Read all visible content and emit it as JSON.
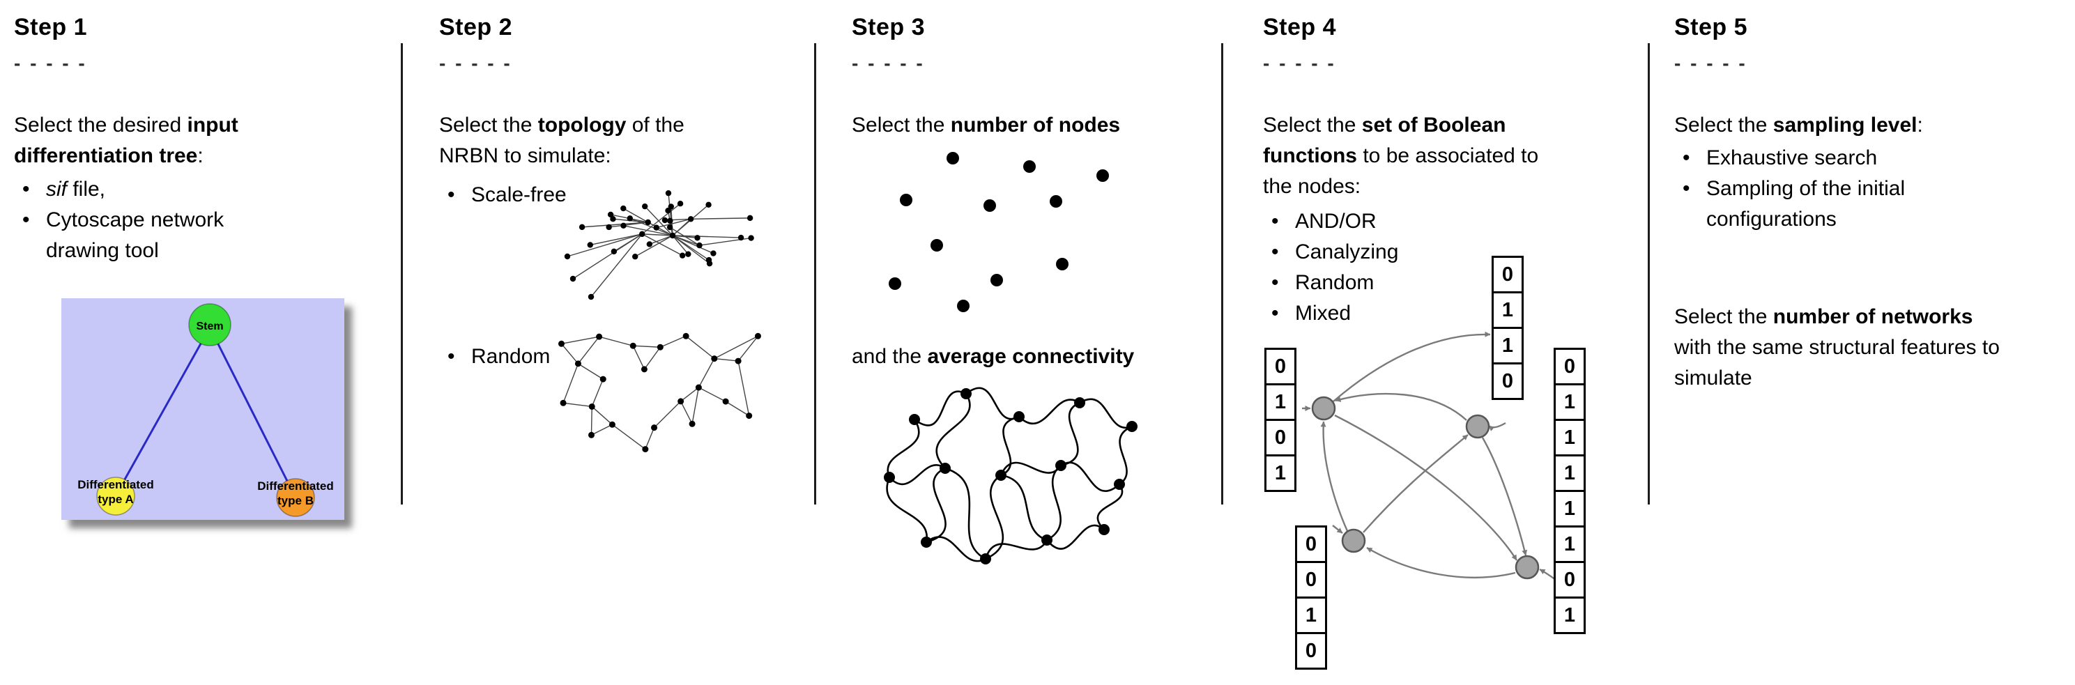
{
  "steps": [
    {
      "title": "Step 1",
      "dashes": "- - - - -",
      "intro_html": "Select the desired <b>input differentiation tree</b>:",
      "bullets_html": [
        "<i>sif</i> file,",
        "Cytoscape network drawing tool"
      ],
      "tree_image": {
        "stem_label": "Stem",
        "left_label_line1": "Differentiated",
        "left_label_line2": "type A",
        "right_label_line1": "Differentiated",
        "right_label_line2": "type B",
        "colors": {
          "background": "#c8c8f8",
          "stem": "#33dd33",
          "left": "#f5ee3a",
          "right": "#f59a28",
          "edge": "#2929c8"
        }
      }
    },
    {
      "title": "Step 2",
      "dashes": "- - - - -",
      "intro_html": "Select the <b>topology</b> of the NRBN to simulate:",
      "bullets_html": [
        "Scale-free",
        "Random"
      ]
    },
    {
      "title": "Step 3",
      "dashes": "- - - - -",
      "intro_html": "Select the <b>number of nodes</b>",
      "connectivity_html": "and the <b>average connectivity</b>"
    },
    {
      "title": "Step 4",
      "dashes": "- - - - -",
      "intro_html": "Select the <b>set of Boolean functions</b> to be associated to the nodes:",
      "bullets_html": [
        "AND/OR",
        "Canalyzing",
        "Random",
        "Mixed"
      ],
      "truth_tables": {
        "left": [
          "0",
          "1",
          "0",
          "1"
        ],
        "top": [
          "0",
          "1",
          "1",
          "0"
        ],
        "bottom_left": [
          "0",
          "0",
          "1",
          "0"
        ],
        "right": [
          "0",
          "1",
          "1",
          "1",
          "1",
          "1",
          "0",
          "1"
        ]
      }
    },
    {
      "title": "Step 5",
      "dashes": "- - - - -",
      "intro_html": "Select the <b>sampling level</b>:",
      "bullets_html": [
        "Exhaustive search",
        "Sampling of the initial configurations"
      ],
      "networks_html": "Select the <b>number of networks</b> with the same structural features to simulate"
    }
  ]
}
